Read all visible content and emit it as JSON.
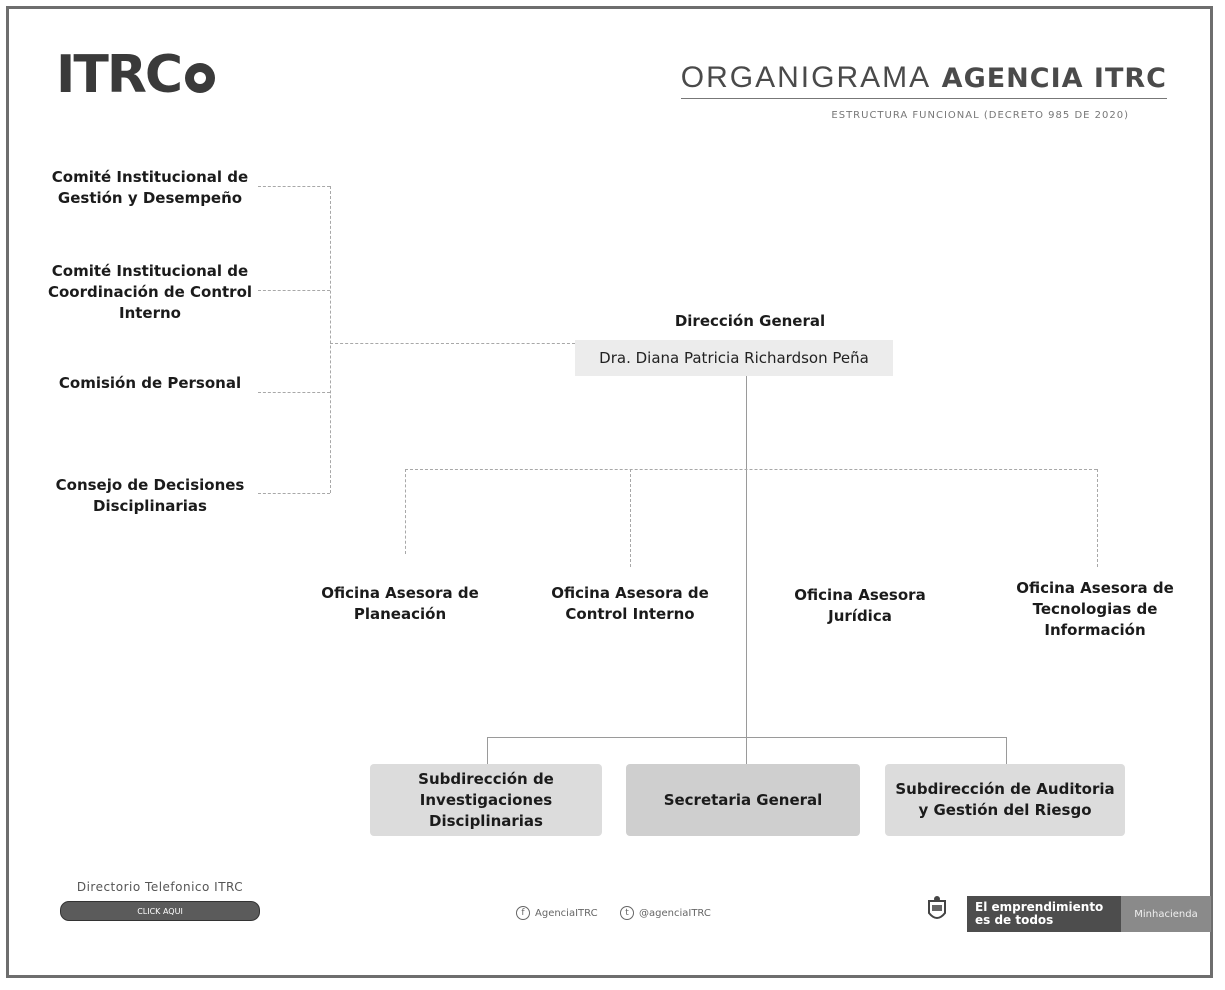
{
  "header": {
    "logo_text": "ITRC",
    "title_light": "ORGANIGRAMA",
    "title_bold": "AGENCIA ITRC",
    "subtitle": "ESTRUCTURA FUNCIONAL (DECRETO 985 DE 2020)"
  },
  "committees": [
    "Comité Institucional de Gestión y Desempeño",
    "Comité Institucional de Coordinación de Control Interno",
    "Comisión de Personal",
    "Consejo de Decisiones Disciplinarias"
  ],
  "direction": {
    "title": "Dirección General",
    "name": "Dra. Diana Patricia Richardson Peña"
  },
  "offices": [
    "Oficina Asesora de Planeación",
    "Oficina Asesora de Control Interno",
    "Oficina Asesora Jurídica",
    "Oficina Asesora de Tecnologias de Información"
  ],
  "subdirections": [
    "Subdirección de Investigaciones Disciplinarias",
    "Secretaria General",
    "Subdirección de Auditoria y Gestión del Riesgo"
  ],
  "footer": {
    "directory_label": "Directorio Telefonico ITRC",
    "click_label": "CLICK AQUI",
    "facebook": "AgenciaITRC",
    "twitter": "@agenciaITRC",
    "slogan": "El emprendimiento es de todos",
    "ministry": "Minhacienda"
  }
}
